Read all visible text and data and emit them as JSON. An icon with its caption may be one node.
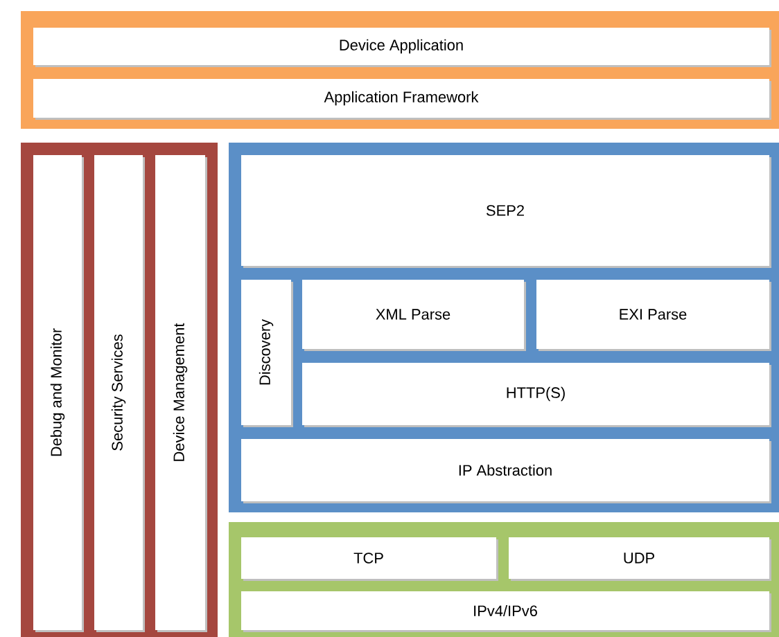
{
  "diagram": {
    "nodes": [
      {
        "text": [],
        "shape": "box"
      },
      {
        "text": [
          "Device Application"
        ],
        "in": 0
      },
      {
        "text": [
          "Application Framework"
        ],
        "in": 0
      },
      {
        "text": [],
        "shape": "box"
      },
      {
        "text": [
          "Debug and Monitor"
        ],
        "in": 3
      },
      {
        "text": [
          "Security Services"
        ],
        "in": 3
      },
      {
        "text": [
          "Device Management"
        ],
        "in": 3
      },
      {
        "text": [],
        "shape": "box"
      },
      {
        "text": [
          "SEP2"
        ],
        "in": 7
      },
      {
        "text": [
          "Discovery"
        ],
        "in": 7
      },
      {
        "text": [
          "XML Parse"
        ],
        "in": 7
      },
      {
        "text": [
          "EXI Parse"
        ],
        "in": 7
      },
      {
        "text": [
          "HTTP(S)"
        ],
        "in": 7
      },
      {
        "text": [
          "IP Abstraction"
        ],
        "in": 7
      },
      {
        "text": [],
        "shape": "box"
      },
      {
        "text": [
          "TCP"
        ],
        "in": 14
      },
      {
        "text": [
          "UDP"
        ],
        "in": 14
      },
      {
        "text": [
          "IPv4/IPv6"
        ],
        "in": 14
      }
    ]
  }
}
